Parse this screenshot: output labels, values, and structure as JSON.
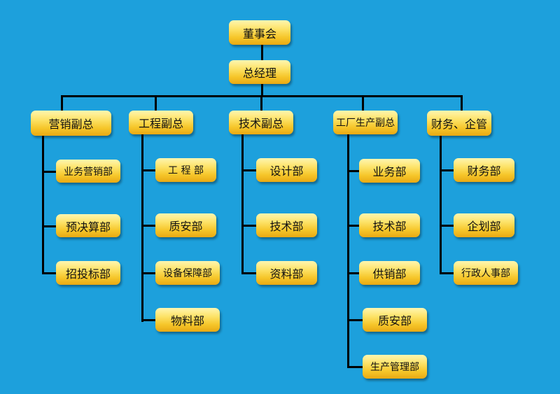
{
  "board": "董事会",
  "gm": "总经理",
  "branches": [
    {
      "head": "营销副总",
      "depts": [
        "业务营销部",
        "预决算部",
        "招投标部"
      ]
    },
    {
      "head": "工程副总",
      "depts": [
        "工 程 部",
        "质安部",
        "设备保障部",
        "物料部"
      ]
    },
    {
      "head": "技术副总",
      "depts": [
        "设计部",
        "技术部",
        "资料部"
      ]
    },
    {
      "head": "工厂生产副总",
      "depts": [
        "业务部",
        "技术部",
        "供销部",
        "质安部",
        "生产管理部"
      ]
    },
    {
      "head": "财务、企管",
      "depts": [
        "财务部",
        "企划部",
        "行政人事部"
      ]
    }
  ],
  "colors": {
    "background": "#1da0dc",
    "box_gradient": [
      "#fff6b0",
      "#f6c62a"
    ],
    "line": "#000000"
  }
}
